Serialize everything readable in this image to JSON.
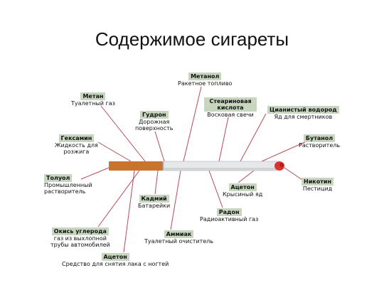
{
  "slide": {
    "title": "Содержимое сигареты"
  },
  "colors": {
    "label_bg": "#c9d6bf",
    "connector": "#b94a55",
    "filter": "#c8742e",
    "paper": "#e6e8ea",
    "ember": "#d8362f"
  },
  "labels": {
    "methanol": {
      "name": "Метанол",
      "desc": [
        "Ракетное топливо"
      ]
    },
    "methane": {
      "name": "Метан",
      "desc": [
        "Туалетный газ"
      ]
    },
    "tar": {
      "name": "Гудрон",
      "desc": [
        "Дорожная",
        "поверхность"
      ]
    },
    "stearic": {
      "name": "Стеариновая кислота",
      "desc": [
        "Восковая свечи"
      ]
    },
    "cyanide": {
      "name": "Цианистый водород",
      "desc": [
        "Яд для смертников"
      ]
    },
    "hexamine": {
      "name": "Гексамин",
      "desc": [
        "Жидкость для",
        "розжига"
      ]
    },
    "butane": {
      "name": "Бутанол",
      "desc": [
        "Растворитель"
      ]
    },
    "toluene": {
      "name": "Толуол",
      "desc": [
        "Промышленный",
        "растворитель"
      ]
    },
    "nicotine": {
      "name": "Никотин",
      "desc": [
        "Пестицид"
      ]
    },
    "arsenic": {
      "name": "Ацетон",
      "desc": [
        "Крысиный яд"
      ]
    },
    "cadmium": {
      "name": "Кадмий",
      "desc": [
        "Батарейки"
      ]
    },
    "radon": {
      "name": "Радон",
      "desc": [
        "Радиоактивный газ"
      ]
    },
    "co": {
      "name": "Окись углерода",
      "desc": [
        "газ из выхлопной",
        "трубы автомобилей"
      ]
    },
    "ammonia": {
      "name": "Аммиак",
      "desc": [
        "Туалетный очиститель"
      ]
    },
    "acetone": {
      "name": "Ацетон",
      "desc": [
        "Средство для снятия лака с ногтей"
      ]
    }
  }
}
